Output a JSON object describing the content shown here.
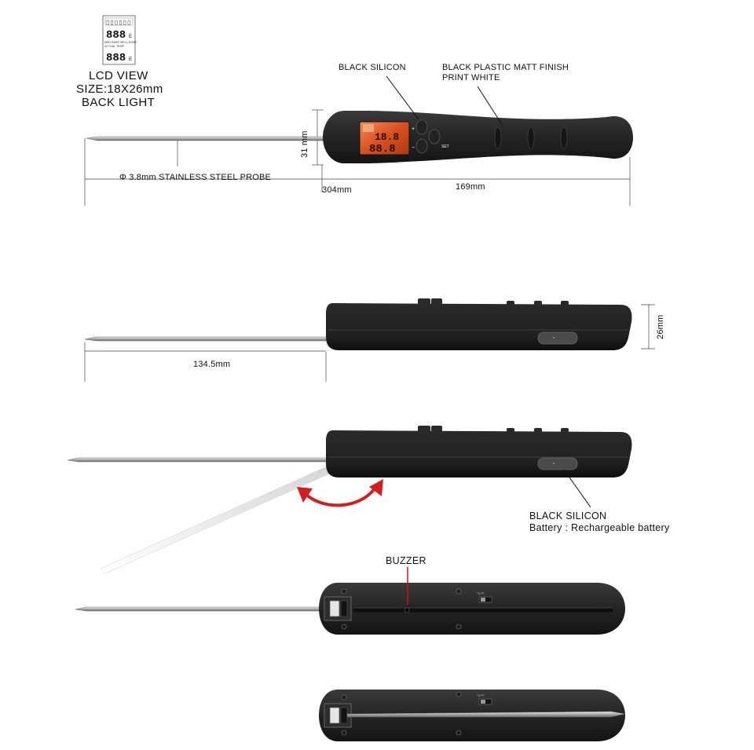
{
  "lcd_info": {
    "line1": "LCD VIEW",
    "line2": "SIZE:18X26mm",
    "line3": "BACK LIGHT"
  },
  "lcd_icon": {
    "row_top": "888",
    "row_unit": "E",
    "row_labels": "MED RARE WELL DONE",
    "row_small": "ACTUAL TEMP",
    "row_bottom": "888"
  },
  "display": {
    "row_top": "18.8",
    "row_bottom": "88.8"
  },
  "callouts": {
    "top_silicon": "BLACK SILICON",
    "plastic_1": "BLACK PLASTIC MATT FINISH",
    "plastic_2": "PRINT WHITE",
    "probe": "Φ 3.8mm STAINLESS STEEL PROBE",
    "side_silicon": "BLACK SILICON",
    "battery": "Battery : Rechargeable battery",
    "buzzer": "BUZZER"
  },
  "dimensions": {
    "height": "31 mm",
    "total_length": "304mm",
    "body_length": "169mm",
    "thickness": "26mm",
    "probe_length": "134.5mm"
  },
  "buttons": {
    "plus": "+",
    "minus": "−",
    "set": "SET"
  },
  "switch_label": "°C/°F",
  "colors": {
    "body": "#262626",
    "lcd": "#d9501f",
    "arrow": "#d11f1f",
    "probe": "#b9b9b9"
  }
}
